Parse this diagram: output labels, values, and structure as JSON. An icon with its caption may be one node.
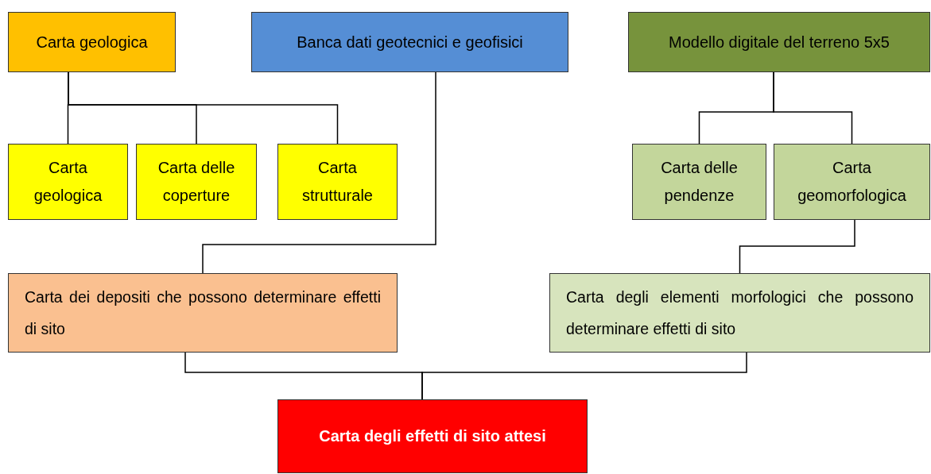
{
  "diagram": {
    "nodes": [
      {
        "text": [
          "Carta geologica"
        ]
      },
      {
        "text": [
          "Banca dati geotecnici e geofisici"
        ]
      },
      {
        "text": [
          "Modello digitale del terreno 5x5"
        ]
      },
      {
        "text": [
          "Carta geologica"
        ]
      },
      {
        "text": [
          "Carta delle coperture"
        ]
      },
      {
        "text": [
          "Carta strutturale"
        ]
      },
      {
        "text": [
          "Carta delle pendenze"
        ]
      },
      {
        "text": [
          "Carta geomorfologica"
        ]
      },
      {
        "text": [
          "Carta dei depositi che possono determinare effetti di sito"
        ]
      },
      {
        "text": [
          "Carta degli elementi morfologici che possono determinare effetti di sito"
        ]
      },
      {
        "text": [
          "Carta degli effetti di sito attesi"
        ]
      }
    ],
    "edges": [
      {
        "from": 0,
        "to": 3,
        "arrow": "none"
      },
      {
        "from": 0,
        "to": 4,
        "arrow": "none"
      },
      {
        "from": 0,
        "to": 5,
        "arrow": "none"
      },
      {
        "from": 2,
        "to": 6,
        "arrow": "none"
      },
      {
        "from": 2,
        "to": 7,
        "arrow": "none"
      },
      {
        "from": 1,
        "to": 8,
        "arrow": "none"
      },
      {
        "from": 7,
        "to": 9,
        "arrow": "none"
      },
      {
        "from": 8,
        "to": 10,
        "arrow": "none"
      },
      {
        "from": 9,
        "to": 10,
        "arrow": "none"
      }
    ]
  }
}
